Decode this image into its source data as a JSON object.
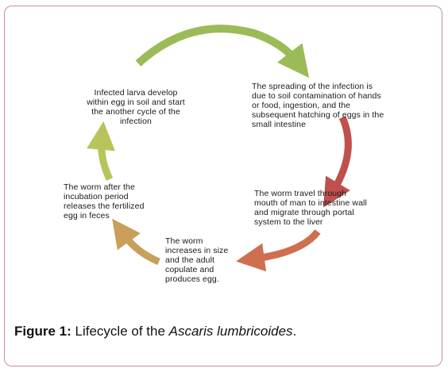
{
  "diagram": {
    "type": "cycle",
    "steps": [
      {
        "id": "step-1",
        "text": "Infected larva develop\nwithin egg in soil  and start\nthe another cycle of the\ninfection",
        "color": "#9bbb59"
      },
      {
        "id": "step-2",
        "text": "The spreading of the infection is\ndue to  soil contamination of hands\nor food, ingestion, and the\nsubsequent hatching of eggs in the\nsmall intestine",
        "color": "#c0504d"
      },
      {
        "id": "step-3",
        "text": "The worm travel through\nmouth of man to intestine wall\nand migrate through portal\nsystem to the liver",
        "color": "#cf6f50"
      },
      {
        "id": "step-4",
        "text": "The worm\nincreases in size\nand the adult\ncopulate and\nproduces egg.",
        "color": "#c8a05a"
      },
      {
        "id": "step-5",
        "text": "The worm after the\nincubation period\nreleases the fertilized\negg in feces",
        "color": "#b8c45a"
      }
    ]
  },
  "caption": {
    "label": "Figure 1:",
    "text_before": " Lifecycle of the ",
    "species": "Ascaris lumbricoides",
    "text_after": "."
  },
  "colors": {
    "frame_border": "#c98da0"
  }
}
